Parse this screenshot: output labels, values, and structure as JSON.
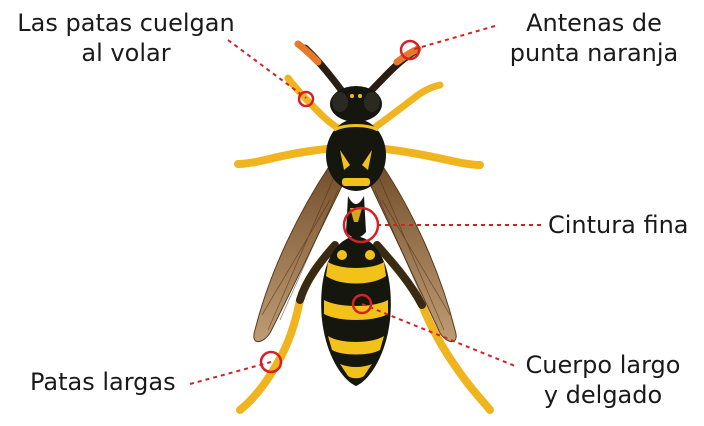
{
  "diagram": {
    "subject": "wasp",
    "labels": {
      "legs_hang": {
        "line1": "Las patas cuelgan",
        "line2": "al volar"
      },
      "antennae": {
        "line1": "Antenas de",
        "line2": "punta naranja"
      },
      "waist": {
        "line1": "Cintura fina"
      },
      "body": {
        "line1": "Cuerpo largo",
        "line2": "y delgado"
      },
      "long_legs": {
        "line1": "Patas largas"
      }
    },
    "colors": {
      "leader_line": "#d62027",
      "marker_circle": "#d62027",
      "body_black": "#15170f",
      "body_yellow": "#f2c21a",
      "leg_yellow": "#f0b41e",
      "antenna_orange": "#e8782a",
      "wing_brown": "#8a5a2b",
      "text": "#1a1a1a"
    }
  }
}
